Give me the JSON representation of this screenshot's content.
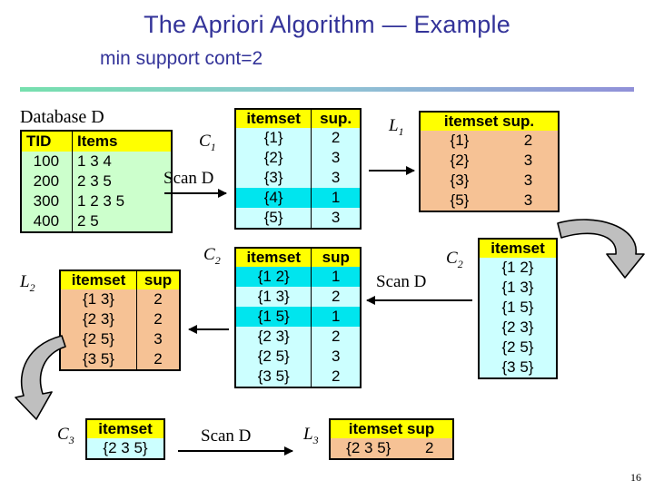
{
  "slide": {
    "title": "The Apriori Algorithm — Example",
    "subtitle": "min support cont=2",
    "page_number": "16",
    "accent_colors": {
      "title_text": "#333399",
      "header_fill": "#FFFF00",
      "database_fill": "#CCFFCC",
      "candidate_fill": "#CCFFFF",
      "candidate_pruned_fill": "#00E5EE",
      "frequent_fill": "#F6C295",
      "divider_from": "#76E0AE",
      "divider_to": "#9090D8"
    }
  },
  "database": {
    "caption": "Database D",
    "columns": [
      "TID",
      "Items"
    ],
    "rows": [
      {
        "tid": "100",
        "items": "1 3 4"
      },
      {
        "tid": "200",
        "items": "2 3 5"
      },
      {
        "tid": "300",
        "items": "1 2 3 5"
      },
      {
        "tid": "400",
        "items": "2 5"
      }
    ]
  },
  "c1": {
    "label": "C",
    "label_sub": "1",
    "columns": [
      "itemset",
      "sup."
    ],
    "rows": [
      {
        "itemset": "{1}",
        "sup": "2",
        "pruned": false
      },
      {
        "itemset": "{2}",
        "sup": "3",
        "pruned": false
      },
      {
        "itemset": "{3}",
        "sup": "3",
        "pruned": false
      },
      {
        "itemset": "{4}",
        "sup": "1",
        "pruned": true
      },
      {
        "itemset": "{5}",
        "sup": "3",
        "pruned": false
      }
    ]
  },
  "l1": {
    "label": "L",
    "label_sub": "1",
    "columns": [
      "itemset sup."
    ],
    "rows": [
      {
        "itemset": "{1}",
        "sup": "2"
      },
      {
        "itemset": "{2}",
        "sup": "3"
      },
      {
        "itemset": "{3}",
        "sup": "3"
      },
      {
        "itemset": "{5}",
        "sup": "3"
      }
    ]
  },
  "c2_right": {
    "label": "C",
    "label_sub": "2",
    "columns": [
      "itemset"
    ],
    "rows": [
      {
        "itemset": "{1 2}"
      },
      {
        "itemset": "{1 3}"
      },
      {
        "itemset": "{1 5}"
      },
      {
        "itemset": "{2 3}"
      },
      {
        "itemset": "{2 5}"
      },
      {
        "itemset": "{3 5}"
      }
    ]
  },
  "c2_middle": {
    "label": "C",
    "label_sub": "2",
    "columns": [
      "itemset",
      "sup"
    ],
    "rows": [
      {
        "itemset": "{1 2}",
        "sup": "1",
        "pruned": true
      },
      {
        "itemset": "{1 3}",
        "sup": "2",
        "pruned": false
      },
      {
        "itemset": "{1 5}",
        "sup": "1",
        "pruned": true
      },
      {
        "itemset": "{2 3}",
        "sup": "2",
        "pruned": false
      },
      {
        "itemset": "{2 5}",
        "sup": "3",
        "pruned": false
      },
      {
        "itemset": "{3 5}",
        "sup": "2",
        "pruned": false
      }
    ]
  },
  "l2": {
    "label": "L",
    "label_sub": "2",
    "columns": [
      "itemset",
      "sup"
    ],
    "rows": [
      {
        "itemset": "{1 3}",
        "sup": "2"
      },
      {
        "itemset": "{2 3}",
        "sup": "2"
      },
      {
        "itemset": "{2 5}",
        "sup": "3"
      },
      {
        "itemset": "{3 5}",
        "sup": "2"
      }
    ]
  },
  "c3": {
    "label": "C",
    "label_sub": "3",
    "columns": [
      "itemset"
    ],
    "rows": [
      {
        "itemset": "{2 3 5}"
      }
    ]
  },
  "l3": {
    "label": "L",
    "label_sub": "3",
    "columns": [
      "itemset sup"
    ],
    "rows": [
      {
        "itemset": "{2 3 5}",
        "sup": "2"
      }
    ]
  },
  "arrows": {
    "scan_d_1": "Scan D",
    "scan_d_2": "Scan D",
    "scan_d_3": "Scan D"
  }
}
